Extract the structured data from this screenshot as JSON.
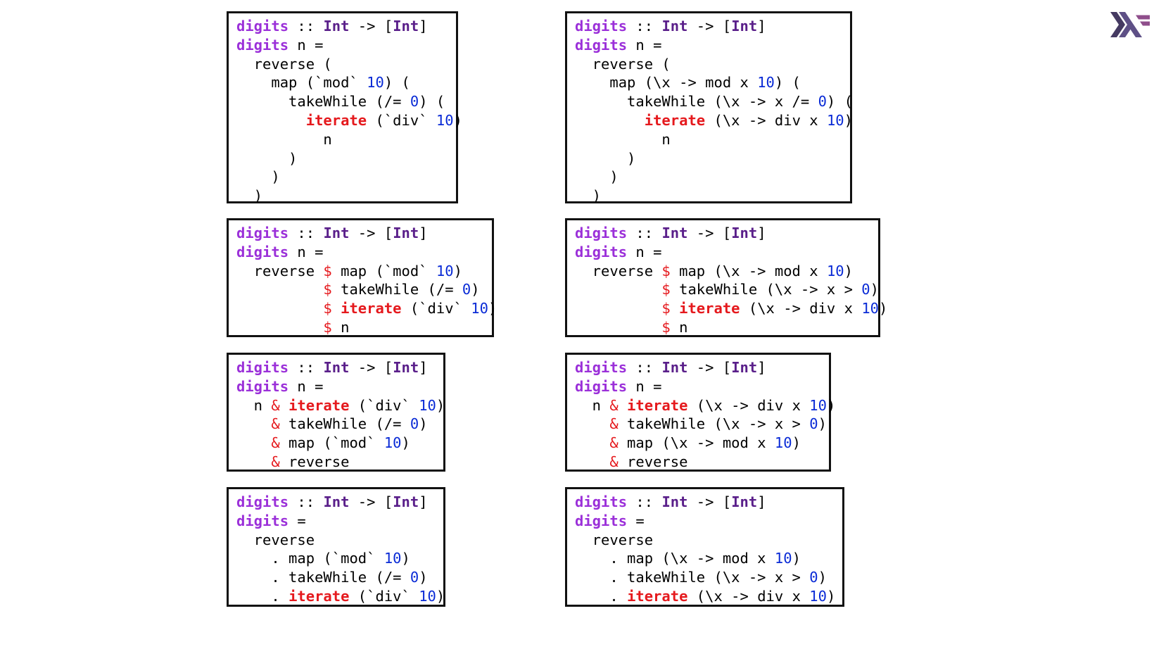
{
  "colors": {
    "fn": "#9b30d9",
    "type": "#5a1f8a",
    "num": "#0a2bd6",
    "op": "#e5191d",
    "plain": "#000000",
    "logo_dark": "#453a62",
    "logo_mid": "#5e5086",
    "logo_light": "#8f4e8b"
  },
  "logo_icon": "haskell-logo-icon",
  "code_blocks": [
    {
      "id": "nested-parens-sections",
      "lines": [
        [
          [
            "fn",
            "digits"
          ],
          [
            "plain",
            " :: "
          ],
          [
            "type",
            "Int"
          ],
          [
            "plain",
            " -> ["
          ],
          [
            "type",
            "Int"
          ],
          [
            "plain",
            "]"
          ]
        ],
        [
          [
            "fn",
            "digits"
          ],
          [
            "plain",
            " n ="
          ]
        ],
        [
          [
            "plain",
            "  reverse ("
          ]
        ],
        [
          [
            "plain",
            "    map (`mod` "
          ],
          [
            "num",
            "10"
          ],
          [
            "plain",
            ") ("
          ]
        ],
        [
          [
            "plain",
            "      takeWhile (/= "
          ],
          [
            "num",
            "0"
          ],
          [
            "plain",
            ") ("
          ]
        ],
        [
          [
            "plain",
            "        "
          ],
          [
            "redb",
            "iterate"
          ],
          [
            "plain",
            " (`div` "
          ],
          [
            "num",
            "10"
          ],
          [
            "plain",
            ")"
          ]
        ],
        [
          [
            "plain",
            "          n"
          ]
        ],
        [
          [
            "plain",
            "      )"
          ]
        ],
        [
          [
            "plain",
            "    )"
          ]
        ],
        [
          [
            "plain",
            "  )"
          ]
        ]
      ]
    },
    {
      "id": "nested-parens-lambdas",
      "lines": [
        [
          [
            "fn",
            "digits"
          ],
          [
            "plain",
            " :: "
          ],
          [
            "type",
            "Int"
          ],
          [
            "plain",
            " -> ["
          ],
          [
            "type",
            "Int"
          ],
          [
            "plain",
            "]"
          ]
        ],
        [
          [
            "fn",
            "digits"
          ],
          [
            "plain",
            " n ="
          ]
        ],
        [
          [
            "plain",
            "  reverse ("
          ]
        ],
        [
          [
            "plain",
            "    map (\\x -> mod x "
          ],
          [
            "num",
            "10"
          ],
          [
            "plain",
            ") ("
          ]
        ],
        [
          [
            "plain",
            "      takeWhile (\\x -> x /= "
          ],
          [
            "num",
            "0"
          ],
          [
            "plain",
            ") ("
          ]
        ],
        [
          [
            "plain",
            "        "
          ],
          [
            "redb",
            "iterate"
          ],
          [
            "plain",
            " (\\x -> div x "
          ],
          [
            "num",
            "10"
          ],
          [
            "plain",
            ")"
          ]
        ],
        [
          [
            "plain",
            "          n"
          ]
        ],
        [
          [
            "plain",
            "      )"
          ]
        ],
        [
          [
            "plain",
            "    )"
          ]
        ],
        [
          [
            "plain",
            "  )"
          ]
        ]
      ]
    },
    {
      "id": "dollar-sections",
      "lines": [
        [
          [
            "fn",
            "digits"
          ],
          [
            "plain",
            " :: "
          ],
          [
            "type",
            "Int"
          ],
          [
            "plain",
            " -> ["
          ],
          [
            "type",
            "Int"
          ],
          [
            "plain",
            "]"
          ]
        ],
        [
          [
            "fn",
            "digits"
          ],
          [
            "plain",
            " n ="
          ]
        ],
        [
          [
            "plain",
            "  reverse "
          ],
          [
            "red",
            "$"
          ],
          [
            "plain",
            " map (`mod` "
          ],
          [
            "num",
            "10"
          ],
          [
            "plain",
            ")"
          ]
        ],
        [
          [
            "plain",
            "          "
          ],
          [
            "red",
            "$"
          ],
          [
            "plain",
            " takeWhile (/= "
          ],
          [
            "num",
            "0"
          ],
          [
            "plain",
            ")"
          ]
        ],
        [
          [
            "plain",
            "          "
          ],
          [
            "red",
            "$"
          ],
          [
            "plain",
            " "
          ],
          [
            "redb",
            "iterate"
          ],
          [
            "plain",
            " (`div` "
          ],
          [
            "num",
            "10"
          ],
          [
            "plain",
            ")"
          ]
        ],
        [
          [
            "plain",
            "          "
          ],
          [
            "red",
            "$"
          ],
          [
            "plain",
            " n"
          ]
        ]
      ]
    },
    {
      "id": "dollar-lambdas",
      "lines": [
        [
          [
            "fn",
            "digits"
          ],
          [
            "plain",
            " :: "
          ],
          [
            "type",
            "Int"
          ],
          [
            "plain",
            " -> ["
          ],
          [
            "type",
            "Int"
          ],
          [
            "plain",
            "]"
          ]
        ],
        [
          [
            "fn",
            "digits"
          ],
          [
            "plain",
            " n ="
          ]
        ],
        [
          [
            "plain",
            "  reverse "
          ],
          [
            "red",
            "$"
          ],
          [
            "plain",
            " map (\\x -> mod x "
          ],
          [
            "num",
            "10"
          ],
          [
            "plain",
            ")"
          ]
        ],
        [
          [
            "plain",
            "          "
          ],
          [
            "red",
            "$"
          ],
          [
            "plain",
            " takeWhile (\\x -> x > "
          ],
          [
            "num",
            "0"
          ],
          [
            "plain",
            ")"
          ]
        ],
        [
          [
            "plain",
            "          "
          ],
          [
            "red",
            "$"
          ],
          [
            "plain",
            " "
          ],
          [
            "redb",
            "iterate"
          ],
          [
            "plain",
            " (\\x -> div x "
          ],
          [
            "num",
            "10"
          ],
          [
            "plain",
            ")"
          ]
        ],
        [
          [
            "plain",
            "          "
          ],
          [
            "red",
            "$"
          ],
          [
            "plain",
            " n"
          ]
        ]
      ]
    },
    {
      "id": "ampersand-sections",
      "lines": [
        [
          [
            "fn",
            "digits"
          ],
          [
            "plain",
            " :: "
          ],
          [
            "type",
            "Int"
          ],
          [
            "plain",
            " -> ["
          ],
          [
            "type",
            "Int"
          ],
          [
            "plain",
            "]"
          ]
        ],
        [
          [
            "fn",
            "digits"
          ],
          [
            "plain",
            " n ="
          ]
        ],
        [
          [
            "plain",
            "  n "
          ],
          [
            "red",
            "&"
          ],
          [
            "plain",
            " "
          ],
          [
            "redb",
            "iterate"
          ],
          [
            "plain",
            " (`div` "
          ],
          [
            "num",
            "10"
          ],
          [
            "plain",
            ")"
          ]
        ],
        [
          [
            "plain",
            "    "
          ],
          [
            "red",
            "&"
          ],
          [
            "plain",
            " takeWhile (/= "
          ],
          [
            "num",
            "0"
          ],
          [
            "plain",
            ")"
          ]
        ],
        [
          [
            "plain",
            "    "
          ],
          [
            "red",
            "&"
          ],
          [
            "plain",
            " map (`mod` "
          ],
          [
            "num",
            "10"
          ],
          [
            "plain",
            ")"
          ]
        ],
        [
          [
            "plain",
            "    "
          ],
          [
            "red",
            "&"
          ],
          [
            "plain",
            " reverse"
          ]
        ]
      ]
    },
    {
      "id": "ampersand-lambdas",
      "lines": [
        [
          [
            "fn",
            "digits"
          ],
          [
            "plain",
            " :: "
          ],
          [
            "type",
            "Int"
          ],
          [
            "plain",
            " -> ["
          ],
          [
            "type",
            "Int"
          ],
          [
            "plain",
            "]"
          ]
        ],
        [
          [
            "fn",
            "digits"
          ],
          [
            "plain",
            " n ="
          ]
        ],
        [
          [
            "plain",
            "  n "
          ],
          [
            "red",
            "&"
          ],
          [
            "plain",
            " "
          ],
          [
            "redb",
            "iterate"
          ],
          [
            "plain",
            " (\\x -> div x "
          ],
          [
            "num",
            "10"
          ],
          [
            "plain",
            ")"
          ]
        ],
        [
          [
            "plain",
            "    "
          ],
          [
            "red",
            "&"
          ],
          [
            "plain",
            " takeWhile (\\x -> x > "
          ],
          [
            "num",
            "0"
          ],
          [
            "plain",
            ")"
          ]
        ],
        [
          [
            "plain",
            "    "
          ],
          [
            "red",
            "&"
          ],
          [
            "plain",
            " map (\\x -> mod x "
          ],
          [
            "num",
            "10"
          ],
          [
            "plain",
            ")"
          ]
        ],
        [
          [
            "plain",
            "    "
          ],
          [
            "red",
            "&"
          ],
          [
            "plain",
            " reverse"
          ]
        ]
      ]
    },
    {
      "id": "compose-sections",
      "lines": [
        [
          [
            "fn",
            "digits"
          ],
          [
            "plain",
            " :: "
          ],
          [
            "type",
            "Int"
          ],
          [
            "plain",
            " -> ["
          ],
          [
            "type",
            "Int"
          ],
          [
            "plain",
            "]"
          ]
        ],
        [
          [
            "fn",
            "digits"
          ],
          [
            "plain",
            " ="
          ]
        ],
        [
          [
            "plain",
            "  reverse"
          ]
        ],
        [
          [
            "plain",
            "    . map (`mod` "
          ],
          [
            "num",
            "10"
          ],
          [
            "plain",
            ")"
          ]
        ],
        [
          [
            "plain",
            "    . takeWhile (/= "
          ],
          [
            "num",
            "0"
          ],
          [
            "plain",
            ")"
          ]
        ],
        [
          [
            "plain",
            "    . "
          ],
          [
            "redb",
            "iterate"
          ],
          [
            "plain",
            " (`div` "
          ],
          [
            "num",
            "10"
          ],
          [
            "plain",
            ")"
          ]
        ]
      ]
    },
    {
      "id": "compose-lambdas",
      "lines": [
        [
          [
            "fn",
            "digits"
          ],
          [
            "plain",
            " :: "
          ],
          [
            "type",
            "Int"
          ],
          [
            "plain",
            " -> ["
          ],
          [
            "type",
            "Int"
          ],
          [
            "plain",
            "]"
          ]
        ],
        [
          [
            "fn",
            "digits"
          ],
          [
            "plain",
            " ="
          ]
        ],
        [
          [
            "plain",
            "  reverse"
          ]
        ],
        [
          [
            "plain",
            "    . map (\\x -> mod x "
          ],
          [
            "num",
            "10"
          ],
          [
            "plain",
            ")"
          ]
        ],
        [
          [
            "plain",
            "    . takeWhile (\\x -> x > "
          ],
          [
            "num",
            "0"
          ],
          [
            "plain",
            ")"
          ]
        ],
        [
          [
            "plain",
            "    . "
          ],
          [
            "redb",
            "iterate"
          ],
          [
            "plain",
            " (\\x -> div x "
          ],
          [
            "num",
            "10"
          ],
          [
            "plain",
            ")"
          ]
        ]
      ]
    }
  ]
}
